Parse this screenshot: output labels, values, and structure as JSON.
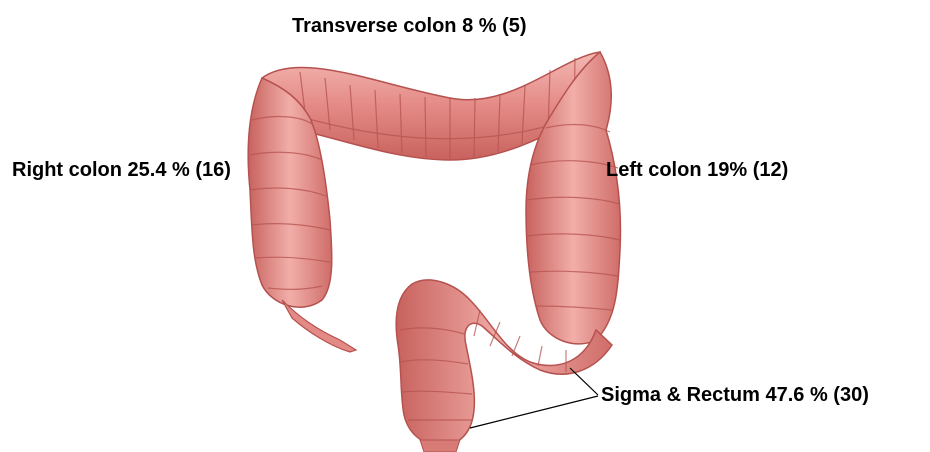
{
  "diagram": {
    "regions": [
      {
        "id": "transverse",
        "label": "Transverse colon 8 % (5)"
      },
      {
        "id": "right",
        "label": "Right colon 25.4 % (16)"
      },
      {
        "id": "left",
        "label": "Left colon 19% (12)"
      },
      {
        "id": "sigma",
        "label": "Sigma & Rectum 47.6 % (30)"
      }
    ],
    "colors": {
      "tissue": "#e48a86",
      "tissue_light": "#f2b2ad",
      "tissue_dark": "#b5524f",
      "leader_line": "#000000"
    }
  }
}
